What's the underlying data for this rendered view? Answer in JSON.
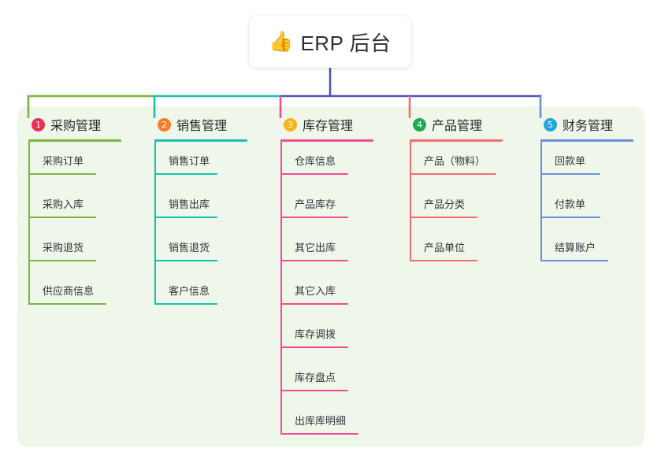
{
  "root": {
    "emoji": "👍",
    "emoji_name": "thumbs-up-emoji",
    "title": "ERP 后台"
  },
  "theme": {
    "panel_bg": "#eef7e9",
    "page_bg": "#ffffff",
    "root_stem": "#4d56b5"
  },
  "columns": [
    {
      "index": "1",
      "title": "采购管理",
      "badge_color": "#ec2f55",
      "line_color": "#7cb342",
      "rule_width": 118,
      "items": [
        {
          "label": "采购订单",
          "rule_width": 86
        },
        {
          "label": "采购入库",
          "rule_width": 86
        },
        {
          "label": "采购退货",
          "rule_width": 86
        },
        {
          "label": "供应商信息",
          "rule_width": 99
        }
      ]
    },
    {
      "index": "2",
      "title": "销售管理",
      "badge_color": "#f57c29",
      "line_color": "#19bfae",
      "rule_width": 118,
      "items": [
        {
          "label": "销售订单",
          "rule_width": 80
        },
        {
          "label": "销售出库",
          "rule_width": 80
        },
        {
          "label": "销售退货",
          "rule_width": 80
        },
        {
          "label": "客户信息",
          "rule_width": 80
        }
      ]
    },
    {
      "index": "3",
      "title": "库存管理",
      "badge_color": "#f8b319",
      "line_color": "#ef4d95",
      "rule_width": 118,
      "items": [
        {
          "label": "仓库信息",
          "rule_width": 86
        },
        {
          "label": "产品库存",
          "rule_width": 86
        },
        {
          "label": "其它出库",
          "rule_width": 86
        },
        {
          "label": "其它入库",
          "rule_width": 86
        },
        {
          "label": "库存调拨",
          "rule_width": 86
        },
        {
          "label": "库存盘点",
          "rule_width": 86
        },
        {
          "label": "出库库明细",
          "rule_width": 99
        }
      ]
    },
    {
      "index": "4",
      "title": "产品管理",
      "badge_color": "#1eab4f",
      "line_color": "#f26d6d",
      "rule_width": 118,
      "items": [
        {
          "label": "产品（物料）",
          "rule_width": 110
        },
        {
          "label": "产品分类",
          "rule_width": 86
        },
        {
          "label": "产品单位",
          "rule_width": 86
        }
      ]
    },
    {
      "index": "5",
      "title": "财务管理",
      "badge_color": "#23a3e0",
      "line_color": "#6a8fd8",
      "rule_width": 118,
      "items": [
        {
          "label": "回款单",
          "rule_width": 76
        },
        {
          "label": "付款单",
          "rule_width": 76
        },
        {
          "label": "结算账户",
          "rule_width": 86
        }
      ]
    }
  ]
}
